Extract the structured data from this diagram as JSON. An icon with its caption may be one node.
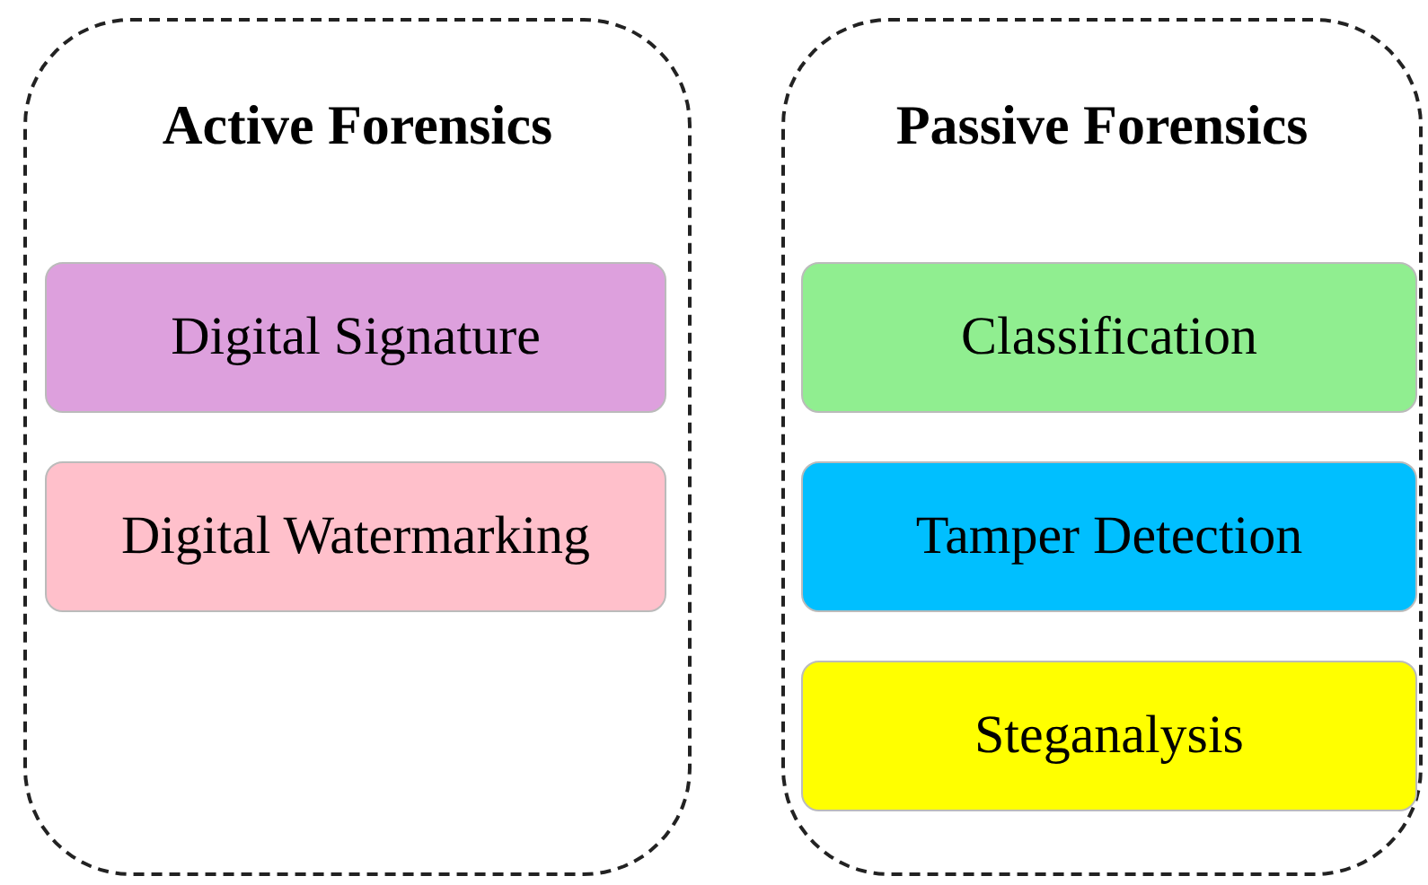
{
  "diagram": {
    "nodes": [
      {
        "text": [
          "Active Forensics"
        ]
      },
      {
        "text": [
          "Digital Signature"
        ],
        "in": 0
      },
      {
        "text": [
          "Digital Watermarking"
        ],
        "in": 0
      },
      {
        "text": [
          "Passive Forensics"
        ]
      },
      {
        "text": [
          "Classification"
        ],
        "in": 3
      },
      {
        "text": [
          "Tamper Detection"
        ],
        "in": 3
      },
      {
        "text": [
          "Steganalysis"
        ],
        "in": 3
      }
    ]
  }
}
